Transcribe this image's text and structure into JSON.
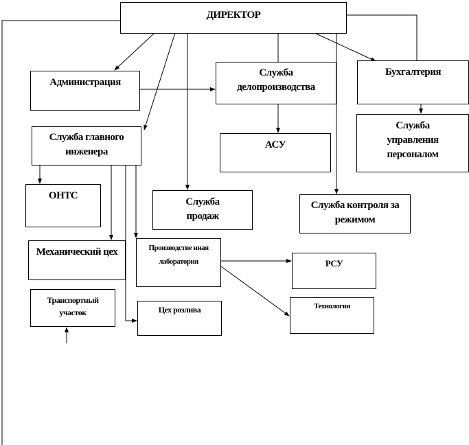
{
  "diagram": {
    "nodes": {
      "director": "ДИРЕКТОР",
      "administration": "Администрация",
      "records_service": "Служба делопроизводства",
      "accounting": "Бухгалтерия",
      "chief_engineer_service": "Служба главного инженера",
      "asu": "АСУ",
      "hr_service": "Служба управления персоналом",
      "onts": "ОНТС",
      "sales_service": "Служба продаж",
      "regime_control_service": "Служба контроля за режимом",
      "mechanical_shop": "Механический цех",
      "production_lab": "Производстве нная лаборатория",
      "rsu": "РСУ",
      "transport_section": "Транспортный участок",
      "bottling_shop": "Цех розлива",
      "technology": "Технология"
    }
  }
}
